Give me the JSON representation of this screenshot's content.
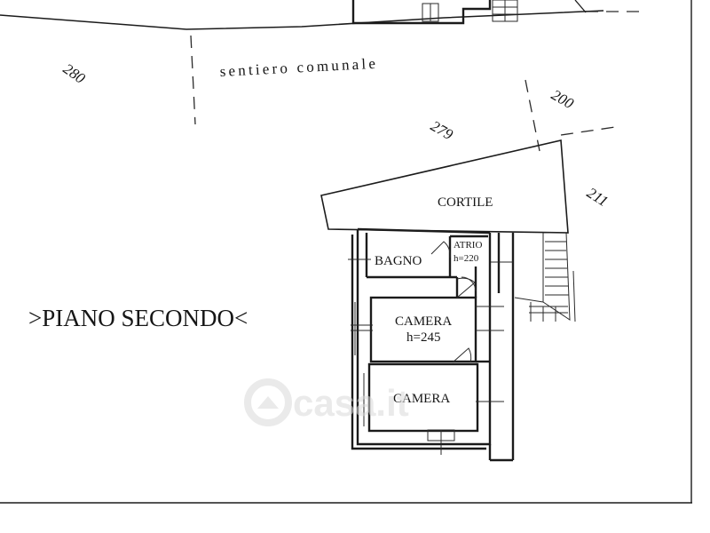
{
  "parcels": {
    "p280": "280",
    "p200": "200",
    "p279": "279",
    "p211": "211"
  },
  "street": "sentiero comunale",
  "rooms": {
    "cortile": "CORTILE",
    "bagno": "BAGNO",
    "atrio": "ATRIO",
    "atrio_height": "h=220",
    "camera_1": "CAMERA",
    "camera_1_height": "h=245",
    "camera_2": "CAMERA"
  },
  "floor_title": ">PIANO SECONDO<",
  "watermark": "casa.it",
  "colors": {
    "ink": "#1b1b1b",
    "paper": "#ffffff",
    "watermark": "#d9d9d9"
  }
}
